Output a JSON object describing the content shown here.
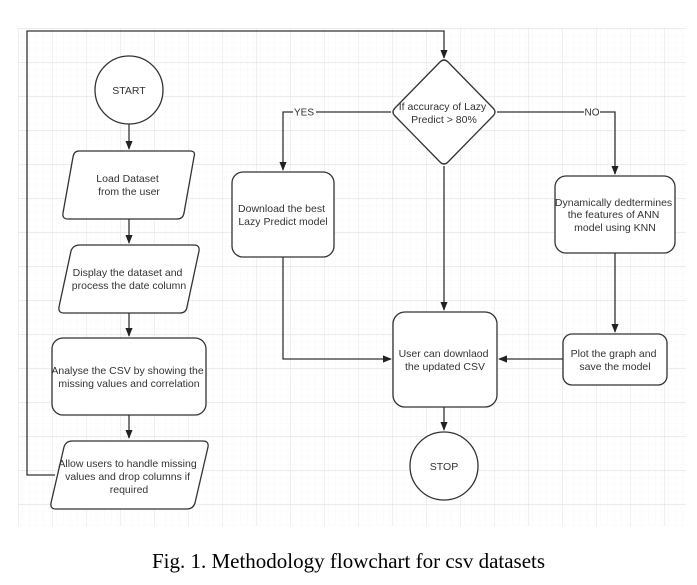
{
  "diagram": {
    "type": "flowchart",
    "colors": {
      "stroke": "#333333",
      "fill": "#ffffff",
      "grid_minor": "#f0f0f0",
      "grid_major": "#dcdcdc",
      "text": "#333333"
    },
    "nodes": {
      "start": {
        "shape": "circle",
        "lines": [
          "START"
        ]
      },
      "load": {
        "shape": "parallelogram",
        "lines": [
          "Load Dataset",
          "from the user"
        ]
      },
      "display": {
        "shape": "parallelogram",
        "lines": [
          "Display the dataset and",
          "process the date column"
        ]
      },
      "analyse": {
        "shape": "rounded-rect",
        "lines": [
          "Analyse the CSV by showing the",
          "missing values and correlation"
        ]
      },
      "allow": {
        "shape": "parallelogram",
        "lines": [
          "Allow users to handle missing",
          "values and drop columns if",
          "required"
        ]
      },
      "decision": {
        "shape": "diamond",
        "lines": [
          "If accuracy of Lazy",
          "Predict > 80%"
        ]
      },
      "download_best": {
        "shape": "rounded-rect",
        "lines": [
          "Download the best",
          "Lazy Predict model"
        ]
      },
      "ann": {
        "shape": "rounded-rect",
        "lines": [
          "Dynamically dedtermines",
          "the features of ANN",
          "model using KNN"
        ]
      },
      "user_download": {
        "shape": "rounded-rect",
        "lines": [
          "User can downlaod",
          "the updated CSV"
        ]
      },
      "plot": {
        "shape": "rounded-rect",
        "lines": [
          "Plot the graph and",
          "save the model"
        ]
      },
      "stop": {
        "shape": "circle",
        "lines": [
          "STOP"
        ]
      }
    },
    "edges": [
      {
        "from": "start",
        "to": "load",
        "label": ""
      },
      {
        "from": "load",
        "to": "display",
        "label": ""
      },
      {
        "from": "display",
        "to": "analyse",
        "label": ""
      },
      {
        "from": "analyse",
        "to": "allow",
        "label": ""
      },
      {
        "from": "allow",
        "to": "decision",
        "label": ""
      },
      {
        "from": "decision",
        "to": "download_best",
        "label": "YES"
      },
      {
        "from": "decision",
        "to": "ann",
        "label": "NO"
      },
      {
        "from": "decision",
        "to": "user_download",
        "label": ""
      },
      {
        "from": "download_best",
        "to": "user_download",
        "label": ""
      },
      {
        "from": "ann",
        "to": "plot",
        "label": ""
      },
      {
        "from": "plot",
        "to": "user_download",
        "label": ""
      },
      {
        "from": "user_download",
        "to": "stop",
        "label": ""
      }
    ],
    "edge_labels": {
      "yes": "YES",
      "no": "NO"
    }
  },
  "caption": "Fig. 1.  Methodology flowchart for csv datasets"
}
